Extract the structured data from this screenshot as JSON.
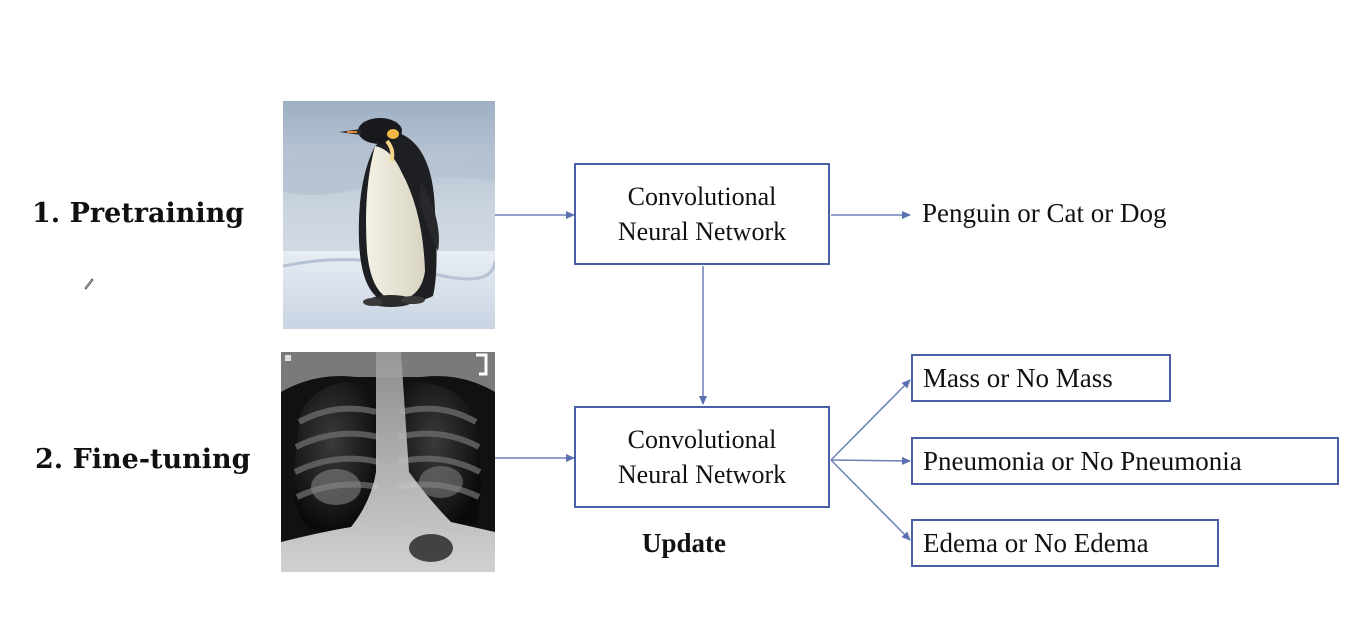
{
  "stages": {
    "pretraining_label": "1. Pretraining",
    "finetuning_label": "2. Fine-tuning"
  },
  "images": {
    "penguin": "penguin-photo",
    "xray": "chest-xray"
  },
  "cnn_top": {
    "line1": "Convolutional",
    "line2": "Neural Network"
  },
  "cnn_bottom": {
    "line1": "Convolutional",
    "line2": "Neural Network"
  },
  "pretrain_output": "Penguin or Cat or Dog",
  "finetune_outputs": [
    "Mass or No Mass",
    "Pneumonia or No Pneumonia",
    "Edema or No Edema"
  ],
  "update_label": "Update",
  "colors": {
    "box_border": "#4a5fa6",
    "arrow": "#6c80b8"
  }
}
